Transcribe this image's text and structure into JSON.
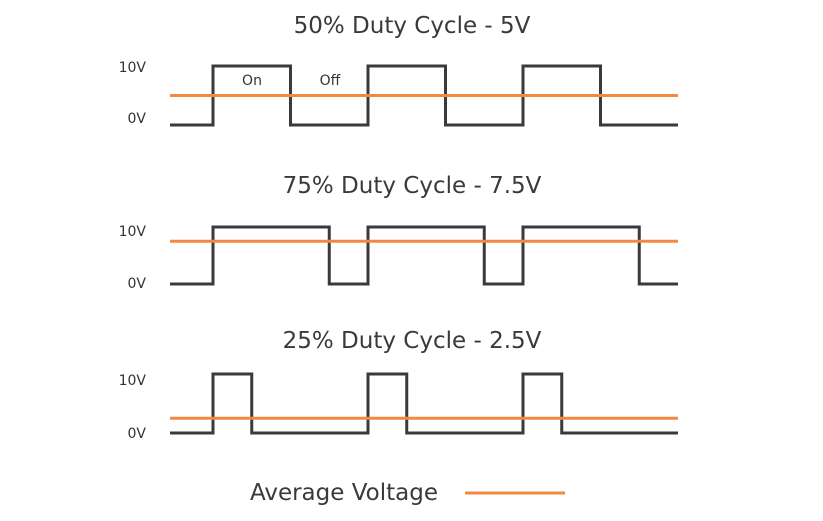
{
  "colors": {
    "signal": "#3a3a3a",
    "average": "#f08a42"
  },
  "chart_data": [
    {
      "type": "line",
      "title": "50% Duty Cycle - 5V",
      "y_ticks": [
        "10V",
        "0V"
      ],
      "duty_cycle": 0.5,
      "average_voltage": 5,
      "cycles": 3,
      "ylim": [
        0,
        10
      ],
      "annotations": [
        "On",
        "Off"
      ]
    },
    {
      "type": "line",
      "title": "75% Duty Cycle - 7.5V",
      "y_ticks": [
        "10V",
        "0V"
      ],
      "duty_cycle": 0.75,
      "average_voltage": 7.5,
      "cycles": 3,
      "ylim": [
        0,
        10
      ]
    },
    {
      "type": "line",
      "title": "25% Duty Cycle - 2.5V",
      "y_ticks": [
        "10V",
        "0V"
      ],
      "duty_cycle": 0.25,
      "average_voltage": 2.5,
      "cycles": 3,
      "ylim": [
        0,
        10
      ]
    }
  ],
  "legend": {
    "label": "Average Voltage"
  }
}
